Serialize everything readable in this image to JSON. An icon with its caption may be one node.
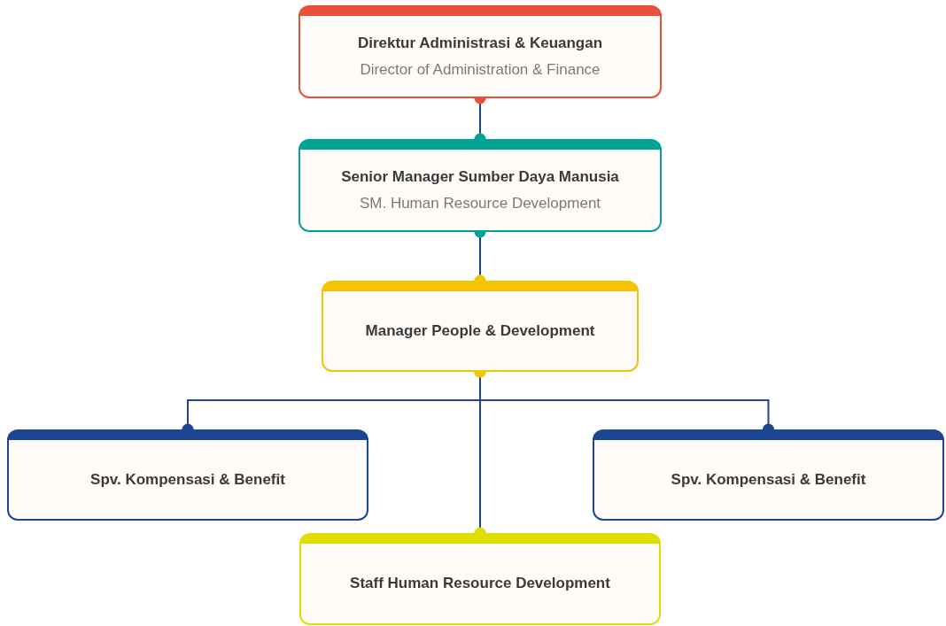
{
  "diagram": {
    "nodes": [
      {
        "text": [
          "Direktur Administrasi & Keuangan",
          "Director of Administration & Finance"
        ]
      },
      {
        "text": [
          "Senior Manager Sumber Daya Manusia",
          "SM. Human Resource Development"
        ]
      },
      {
        "text": [
          "Manager People & Development"
        ]
      },
      {
        "text": [
          "Spv. Kompensasi & Benefit"
        ]
      },
      {
        "text": [
          "Spv. Kompensasi & Benefit"
        ]
      },
      {
        "text": [
          "Staff Human Resource Development"
        ]
      }
    ],
    "edges": [
      {
        "from": 0,
        "to": 1,
        "arrow": "other"
      },
      {
        "from": 1,
        "to": 2,
        "arrow": "other"
      },
      {
        "from": 2,
        "to": 3,
        "arrow": "other"
      },
      {
        "from": 2,
        "to": 4,
        "arrow": "other"
      },
      {
        "from": 2,
        "to": 5,
        "arrow": "other"
      }
    ]
  }
}
